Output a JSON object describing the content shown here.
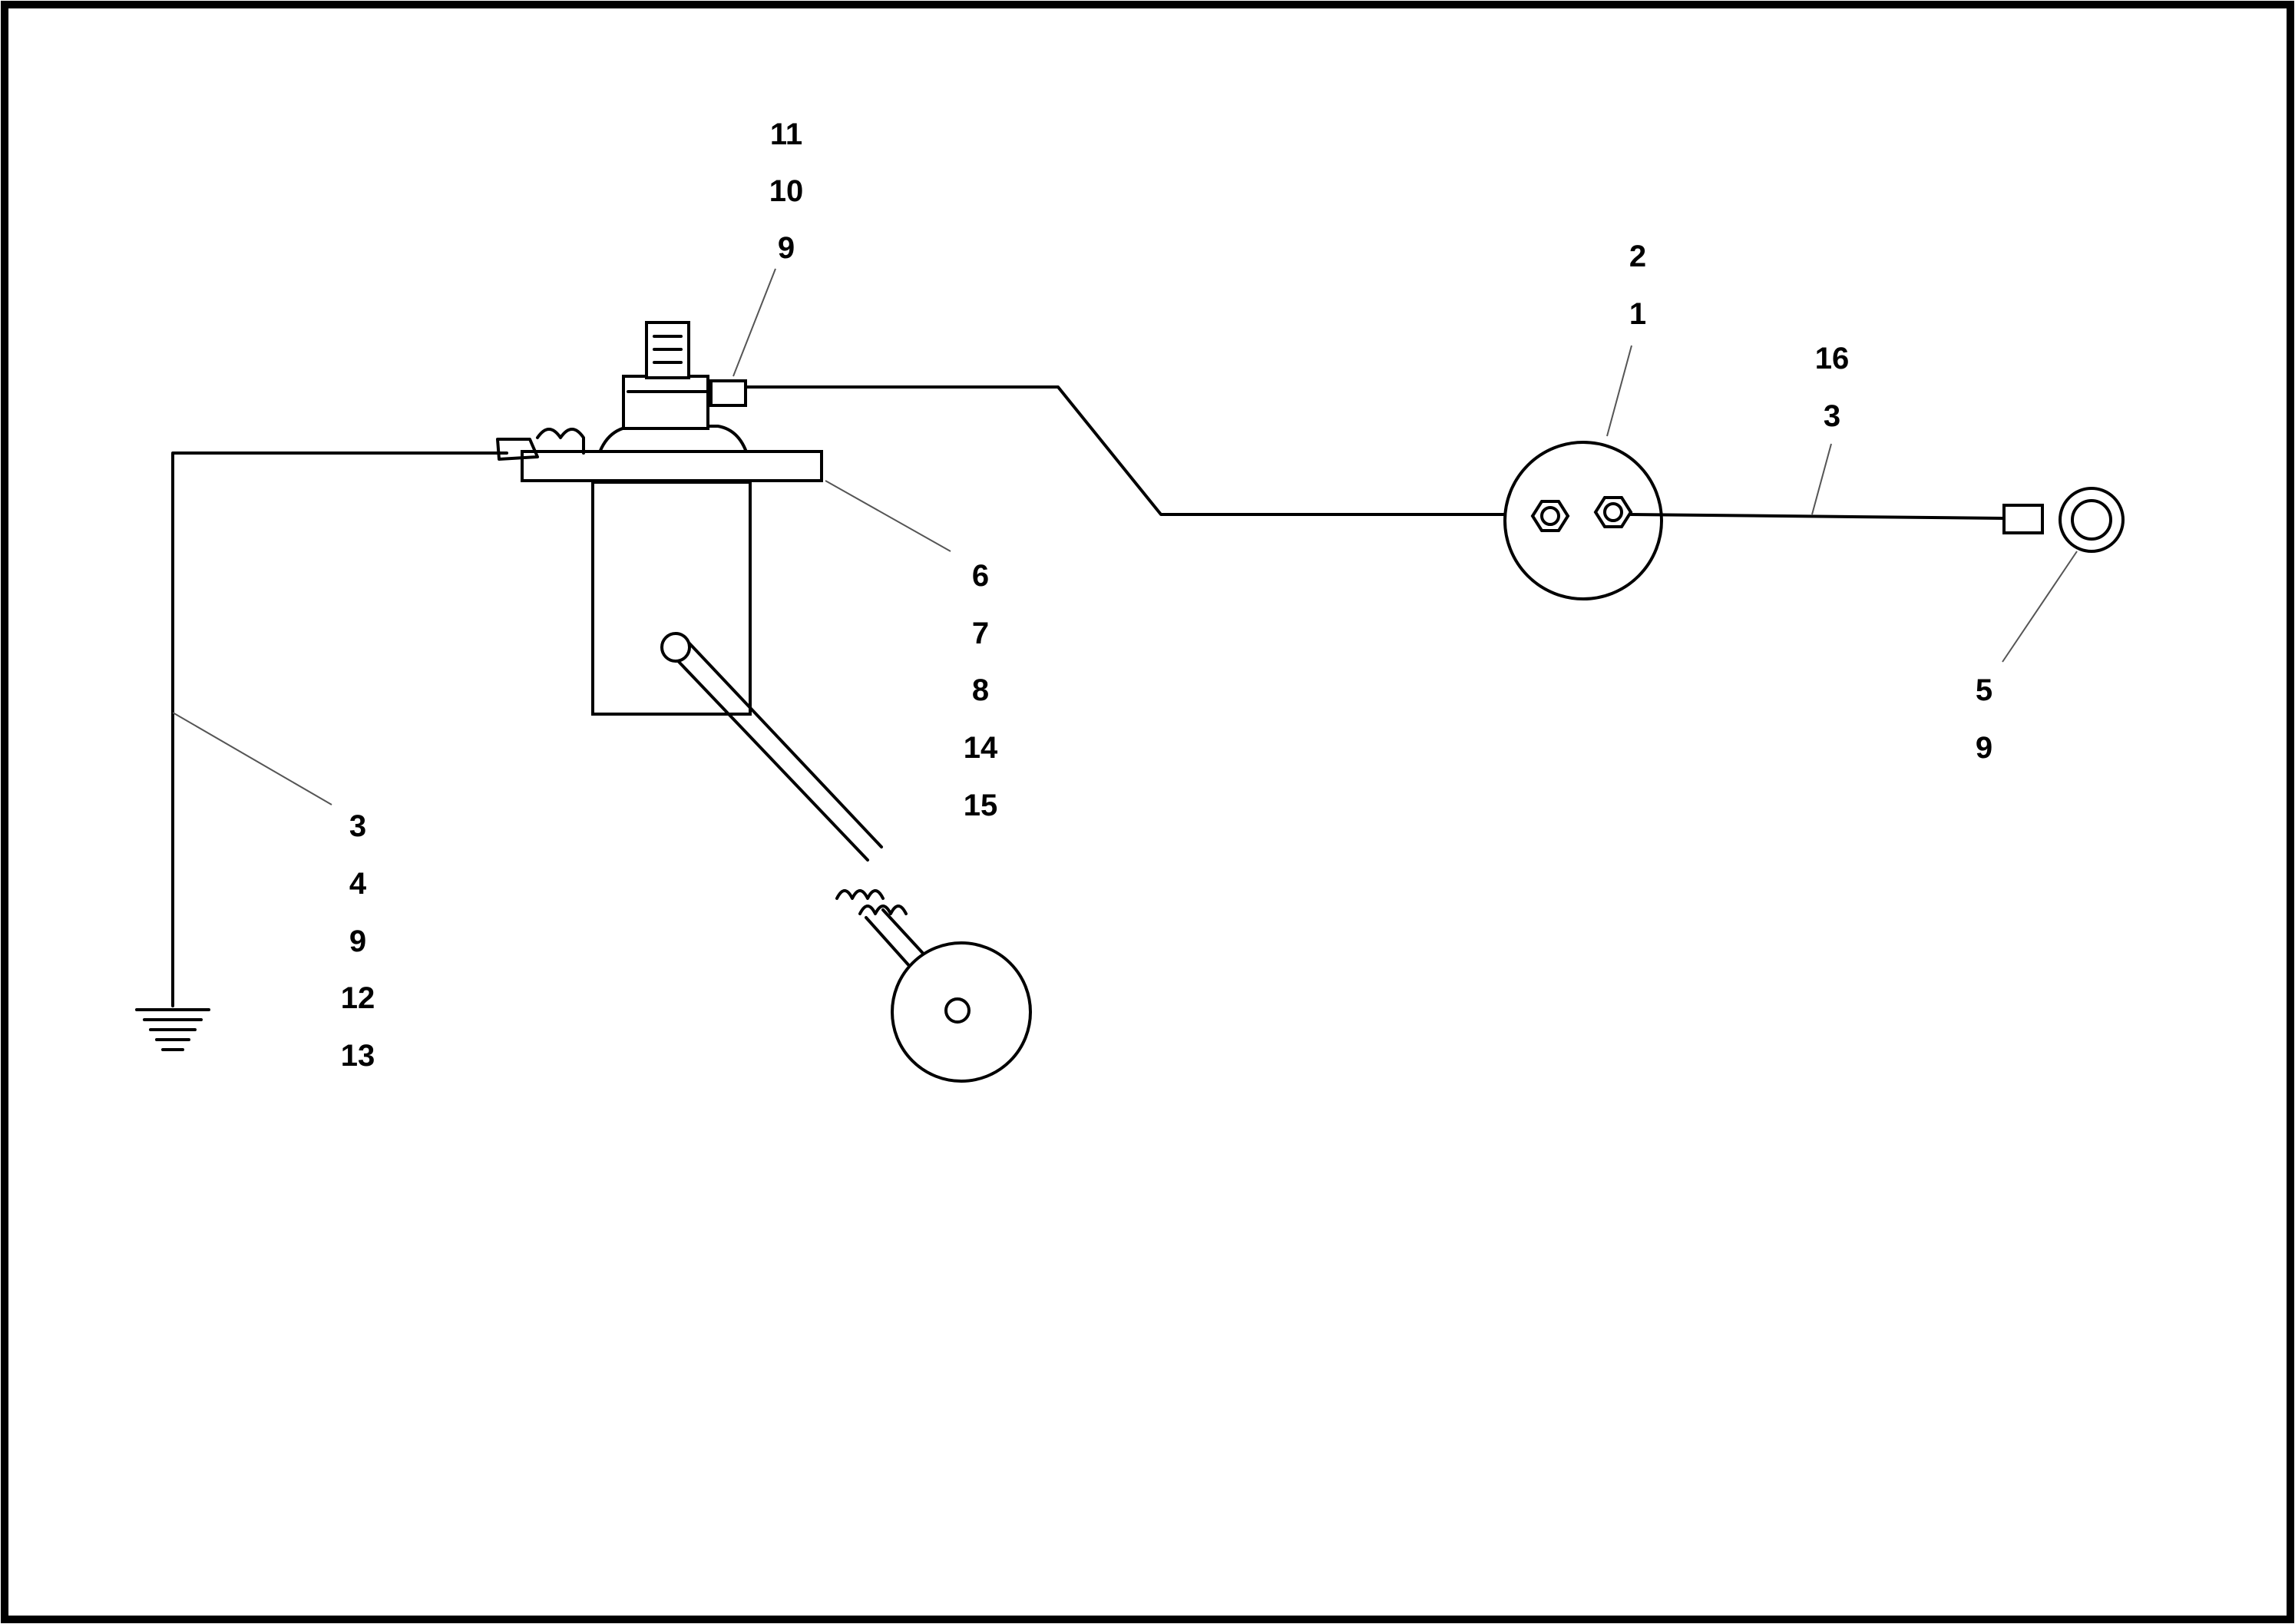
{
  "diagram": {
    "callouts": {
      "battery_cable_top_9": "9",
      "battery_cable_top_10": "10",
      "battery_cable_top_11": "11",
      "battery_1": "1",
      "battery_2": "2",
      "cable_3": "3",
      "cable_16": "16",
      "terminal_5": "5",
      "terminal_9": "9",
      "bracket_6": "6",
      "bracket_7": "7",
      "bracket_8": "8",
      "bracket_14": "14",
      "bracket_15": "15",
      "ground_3": "3",
      "ground_4": "4",
      "ground_9": "9",
      "ground_12": "12",
      "ground_13": "13"
    }
  }
}
